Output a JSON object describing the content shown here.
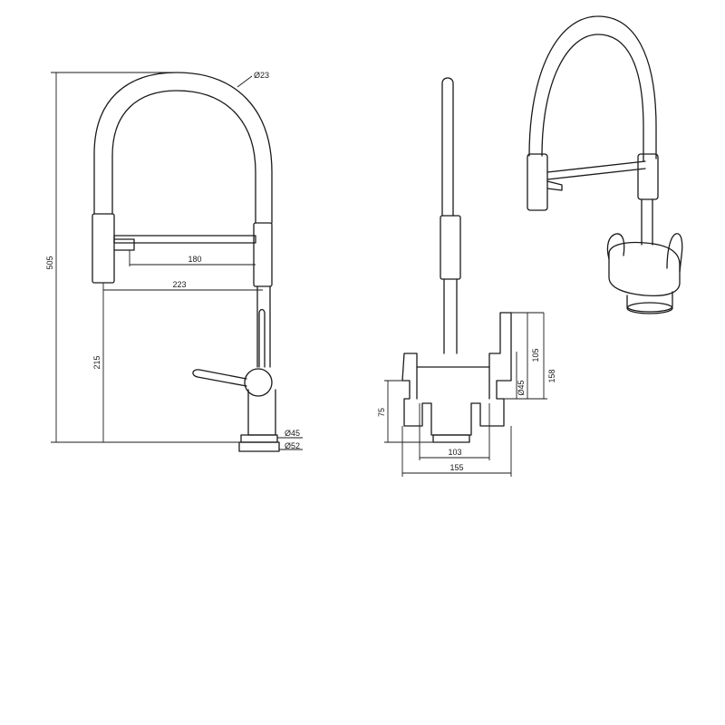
{
  "dimensions": {
    "diam_23": "Ø23",
    "height_505": "505",
    "reach_180": "180",
    "reach_223": "223",
    "height_215": "215",
    "diam_45_front": "Ø45",
    "diam_52": "Ø52",
    "height_75": "75",
    "width_103": "103",
    "width_155": "155",
    "diam_45_side": "Ø45",
    "height_105": "105",
    "height_158": "158"
  }
}
